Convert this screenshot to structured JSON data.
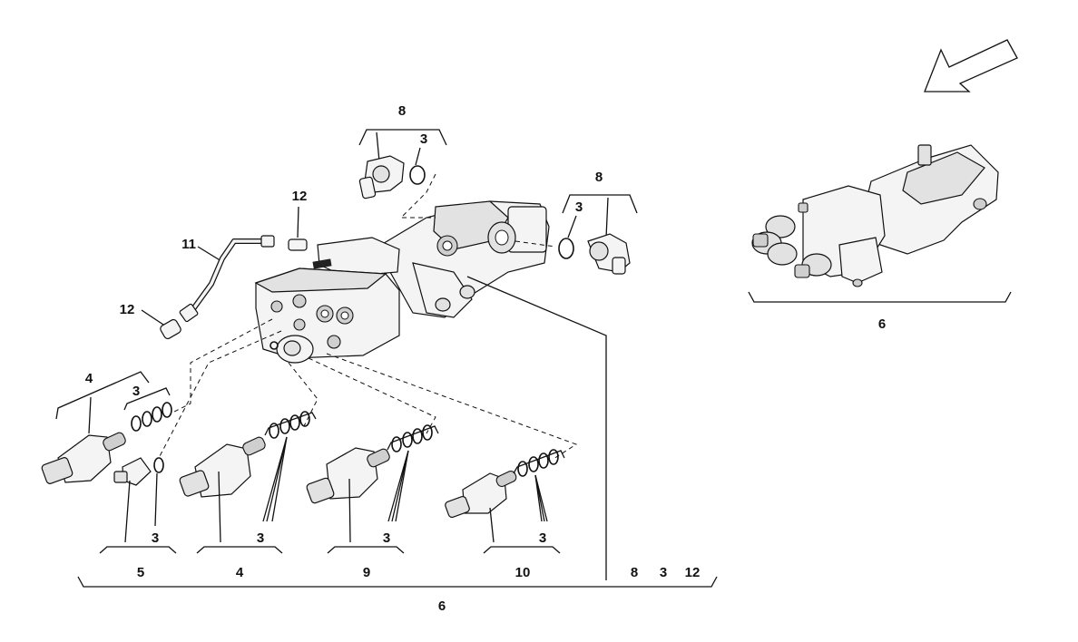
{
  "labels": {
    "top_8": "8",
    "top_3": "3",
    "right_8": "8",
    "right_3": "3",
    "l12_top": "12",
    "l11": "11",
    "l12_left": "12",
    "g4_top": "4",
    "g4_3": "3",
    "g5_3": "3",
    "g5": "5",
    "g4_mid_3": "3",
    "g4_mid": "4",
    "g9_3": "3",
    "g9": "9",
    "g10_3": "3",
    "g10": "10",
    "side_8": "8",
    "side_3": "3",
    "side_12": "12",
    "bottom_6": "6",
    "inset_6": "6"
  },
  "icons": {
    "direction_arrow": "arrow-down-left-icon"
  }
}
